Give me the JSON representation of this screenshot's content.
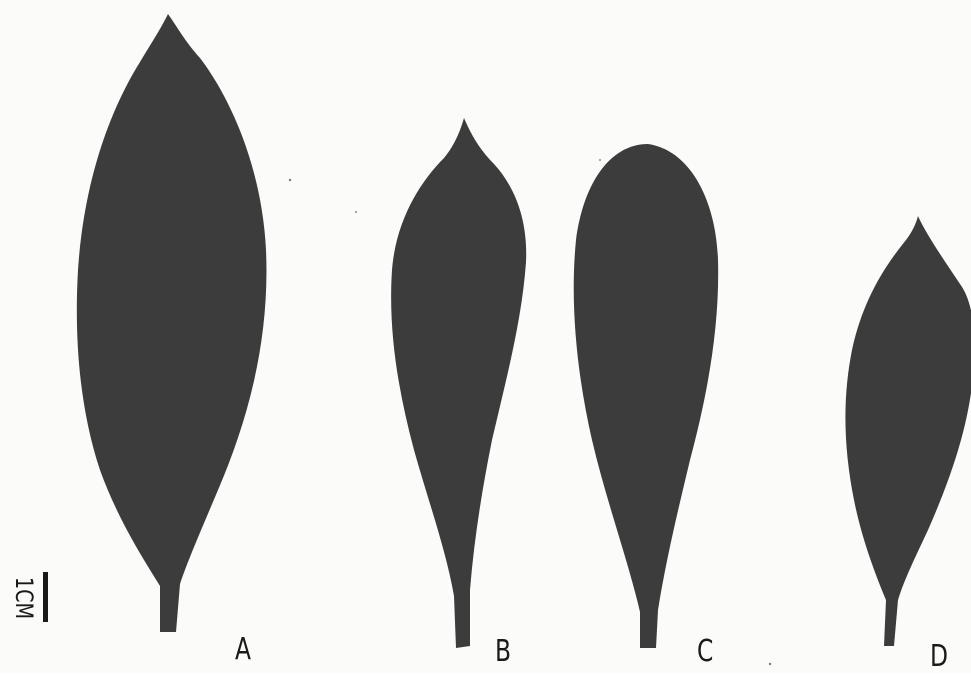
{
  "figure": {
    "specimen_labels": [
      "A",
      "B",
      "C",
      "D"
    ],
    "scale_bar_text": "1CM",
    "colors": {
      "background": "#fbfbf9",
      "leaf_silhouette": "#3c3c3c",
      "label_text": "#1a1a1a"
    }
  }
}
